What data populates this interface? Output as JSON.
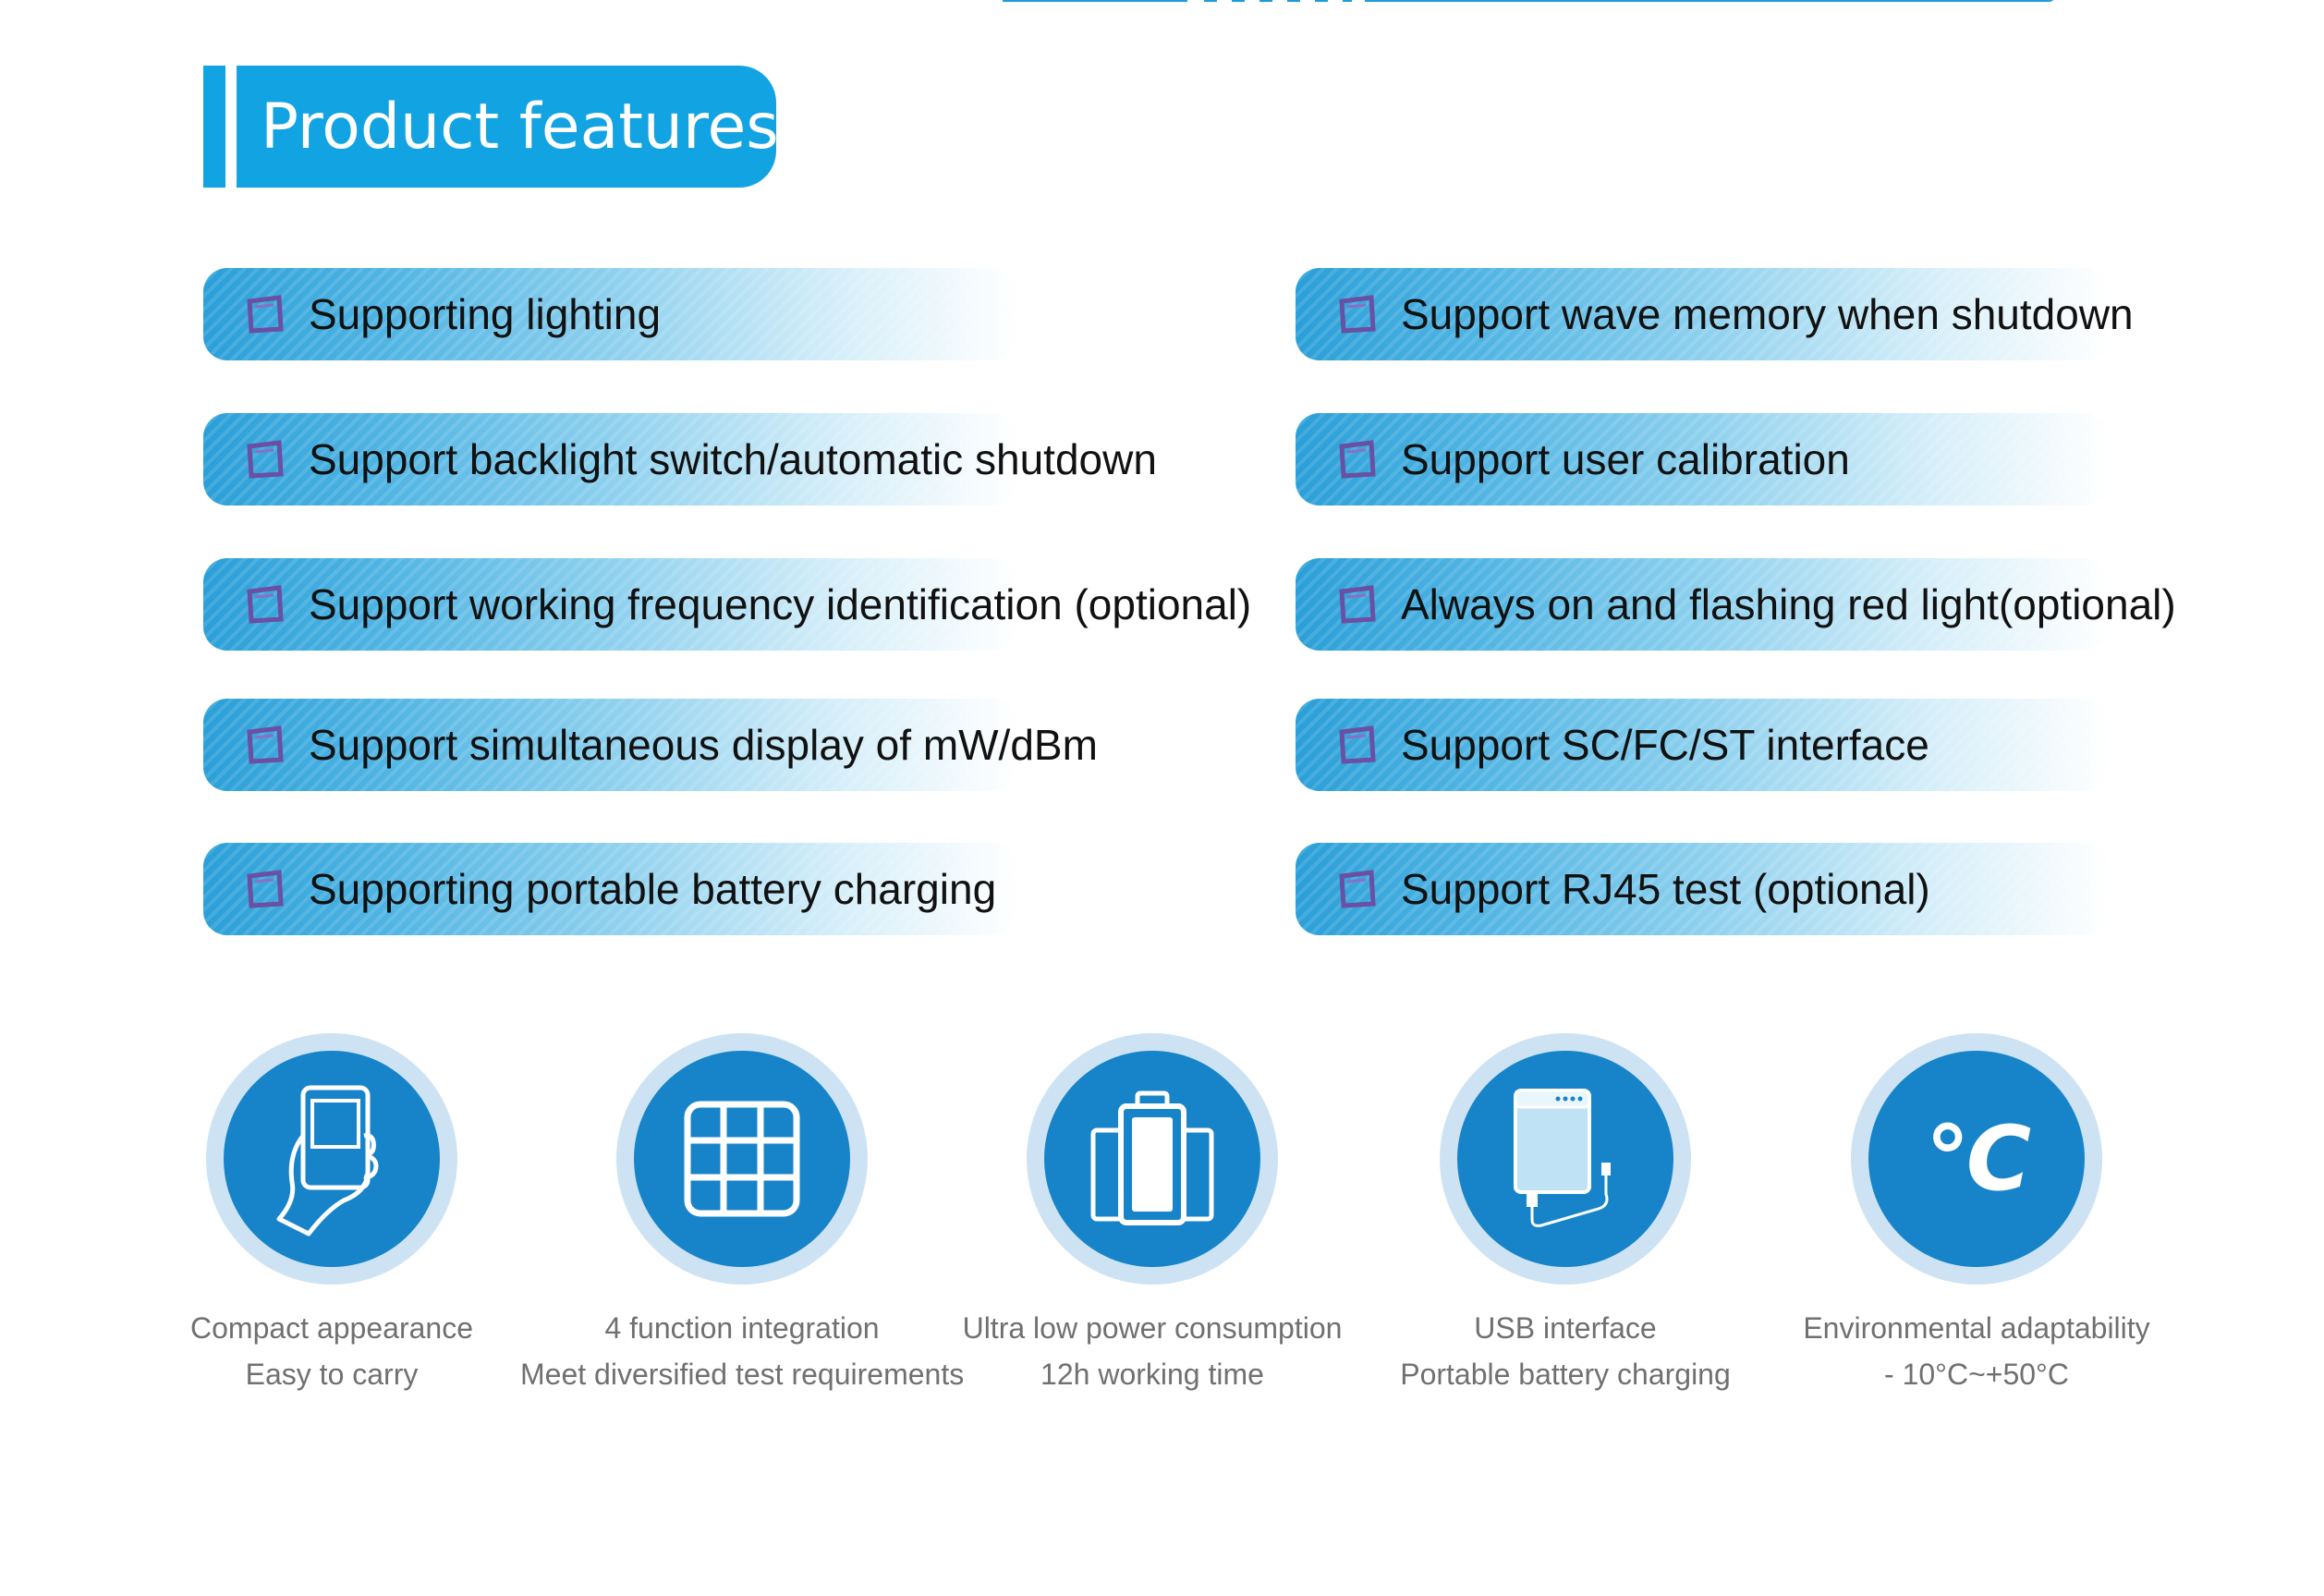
{
  "header": {
    "title": "Product features"
  },
  "features_left": [
    {
      "label": "Supporting lighting",
      "icon": "frame-icon"
    },
    {
      "label": "Support backlight switch/automatic shutdown",
      "icon": "frame-icon"
    },
    {
      "label": "Support working frequency identification (optional)",
      "icon": "frame-icon"
    },
    {
      "label": "Support simultaneous display of mW/dBm",
      "icon": "frame-icon"
    },
    {
      "label": "Supporting portable battery charging",
      "icon": "frame-icon"
    }
  ],
  "features_right": [
    {
      "label": "Support wave memory when shutdown",
      "icon": "frame-icon"
    },
    {
      "label": "Support user calibration",
      "icon": "frame-icon"
    },
    {
      "label": "Always on and flashing red light(optional)",
      "icon": "frame-icon"
    },
    {
      "label": "Support SC/FC/ST interface",
      "icon": "frame-icon"
    },
    {
      "label": "Support RJ45 test (optional)",
      "icon": "frame-icon"
    }
  ],
  "highlights": [
    {
      "icon": "hand-phone-icon",
      "line1": "Compact appearance",
      "line2": "Easy to carry"
    },
    {
      "icon": "grid-icon",
      "line1": "4 function integration",
      "line2": "Meet diversified test requirements"
    },
    {
      "icon": "battery-icon",
      "line1": "Ultra low power consumption",
      "line2": "12h working time"
    },
    {
      "icon": "power-bank-icon",
      "line1": "USB interface",
      "line2": "Portable battery charging"
    },
    {
      "icon": "temperature-icon",
      "glyph": "°C",
      "line1": "Environmental adaptability",
      "line2": "- 10°C~+50°C"
    }
  ],
  "colors": {
    "accent": "#12a3e3",
    "circle_inner": "#1784c9",
    "circle_outer": "#cde3f3",
    "feature_icon": "#6a4fa3"
  }
}
